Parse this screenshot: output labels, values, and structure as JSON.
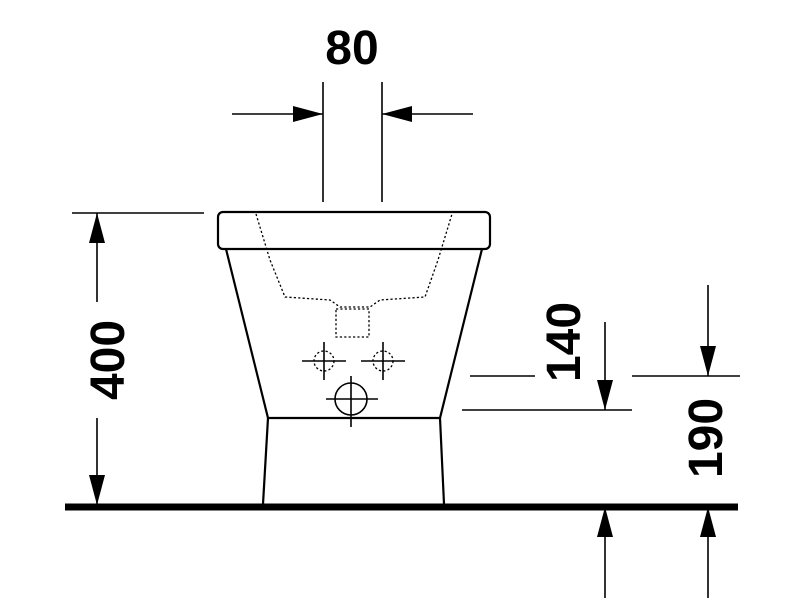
{
  "diagram": {
    "dimensions": {
      "top_width": "80",
      "total_height": "400",
      "drain_to_top": "140",
      "drain_from_floor": "190"
    }
  }
}
